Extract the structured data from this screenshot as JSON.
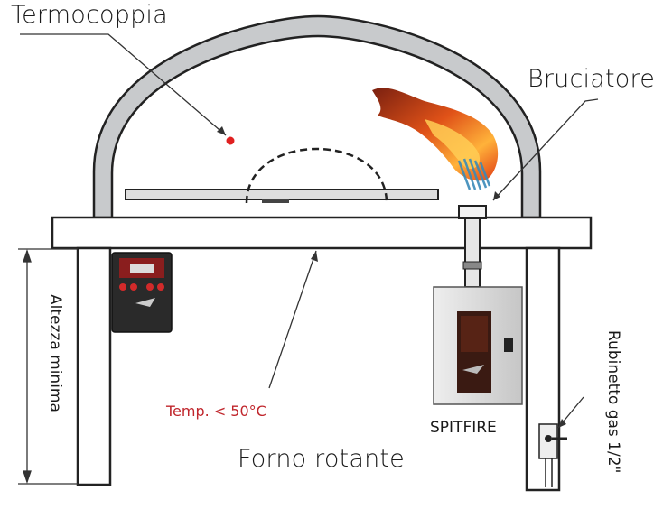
{
  "labels": {
    "thermocouple": "Termocoppia",
    "burner": "Bruciatore",
    "temperature": "Temp. < 50°C",
    "rotating_oven": "Forno rotante",
    "min_height": "Altezza minima",
    "gas_tap": "Rubinetto gas  1/2\"",
    "spitfire": "SPITFIRE"
  },
  "colors": {
    "outline": "#222222",
    "dome_fill": "#c8cacc",
    "thermocouple_dot": "#e02020",
    "temp_text": "#c0262c",
    "flame_core": "#f8a020",
    "flame_outer": "#c83010",
    "gas_flame_blue": "#3a8ab8",
    "controller_red": "#d22a2a",
    "controller_body": "#2a2a2a",
    "burner_box": "#d8d8d8",
    "burner_window": "#3a1a12"
  }
}
